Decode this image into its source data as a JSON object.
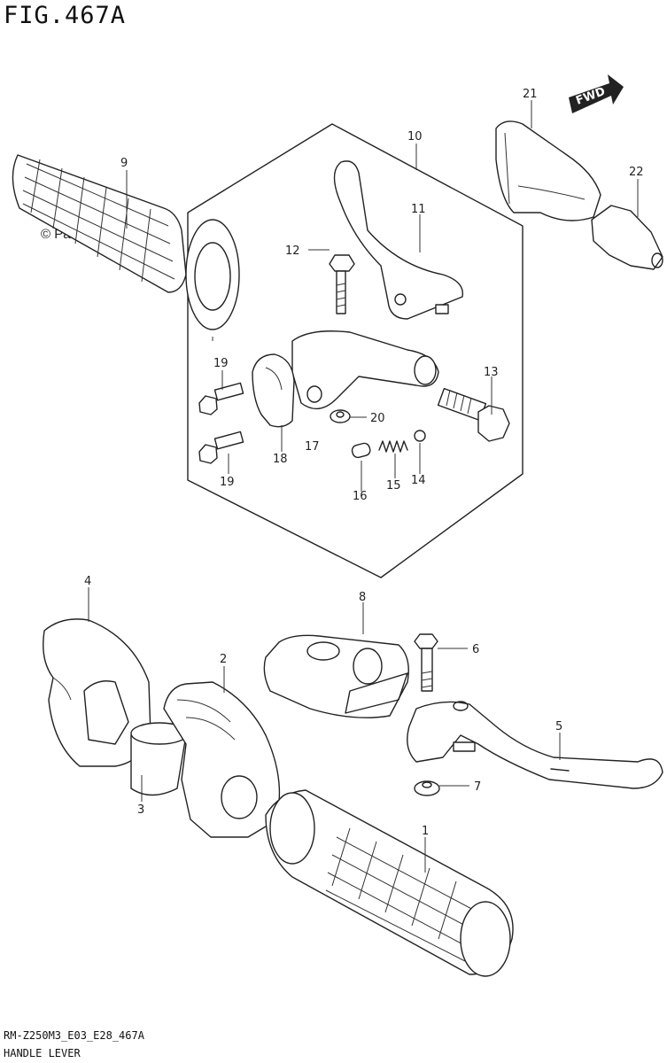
{
  "figure": {
    "title": "FIG.467A",
    "watermark": "© Partzilla.com",
    "footer_code": "RM-Z250M3_E03_E28_467A",
    "footer_label": "HANDLE LEVER",
    "fwd_label": "FWD"
  },
  "parts": [
    {
      "id": "label-1",
      "text": "1"
    },
    {
      "id": "label-2",
      "text": "2"
    },
    {
      "id": "label-3",
      "text": "3"
    },
    {
      "id": "label-4",
      "text": "4"
    },
    {
      "id": "label-5",
      "text": "5"
    },
    {
      "id": "label-6",
      "text": "6"
    },
    {
      "id": "label-7",
      "text": "7"
    },
    {
      "id": "label-8",
      "text": "8"
    },
    {
      "id": "label-9",
      "text": "9"
    },
    {
      "id": "label-10",
      "text": "10"
    },
    {
      "id": "label-11",
      "text": "11"
    },
    {
      "id": "label-12",
      "text": "12"
    },
    {
      "id": "label-13",
      "text": "13"
    },
    {
      "id": "label-14",
      "text": "14"
    },
    {
      "id": "label-15",
      "text": "15"
    },
    {
      "id": "label-16",
      "text": "16"
    },
    {
      "id": "label-17",
      "text": "17"
    },
    {
      "id": "label-18",
      "text": "18"
    },
    {
      "id": "label-19a",
      "text": "19"
    },
    {
      "id": "label-19b",
      "text": "19"
    },
    {
      "id": "label-20",
      "text": "20"
    },
    {
      "id": "label-21",
      "text": "21"
    },
    {
      "id": "label-22",
      "text": "22"
    }
  ]
}
